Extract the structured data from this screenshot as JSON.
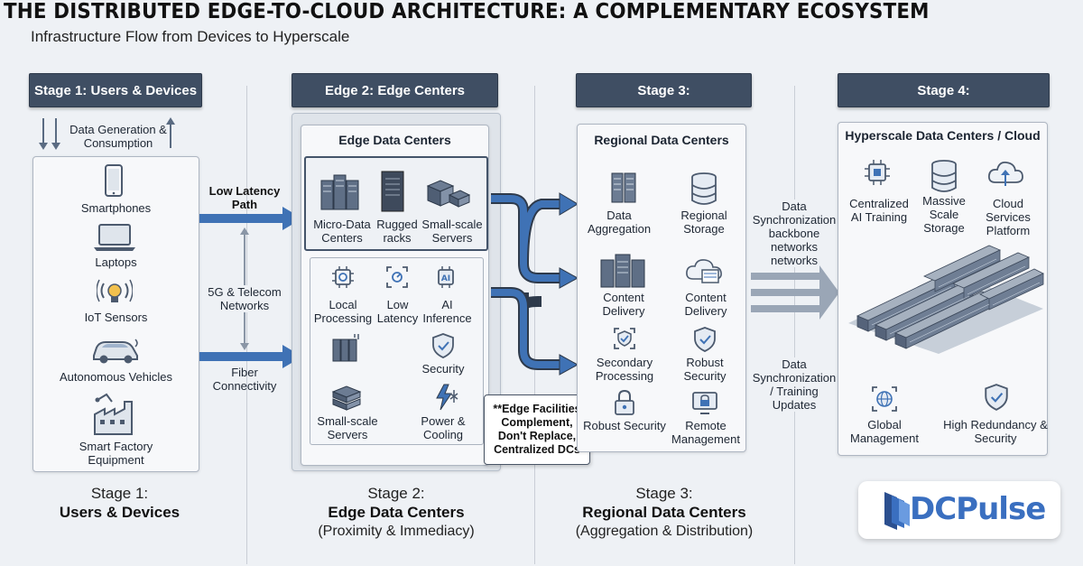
{
  "header": {
    "title": "THE DISTRIBUTED EDGE-TO-CLOUD ARCHITECTURE: A COMPLEMENTARY ECOSYSTEM",
    "subtitle": "Infrastructure Flow from Devices to Hyperscale"
  },
  "stages": {
    "s1": {
      "header": "Stage 1: Users & Devices",
      "flow_note": "Data Generation & Consumption",
      "devices": [
        "Smartphones",
        "Laptops",
        "IoT Sensors",
        "Autonomous Vehicles",
        "Smart Factory Equipment"
      ]
    },
    "s2": {
      "header": "Edge 2: Edge Centers",
      "panel_title": "Edge Data Centers",
      "top": [
        "Micro-Data Centers",
        "Rugged racks",
        "Small-scale Servers"
      ],
      "bottom": [
        "Local Processing",
        "Low Latency",
        "AI Inference",
        "Security",
        "Small-scale Servers",
        "Power & Cooling"
      ]
    },
    "s3": {
      "header": "Stage 3:",
      "panel_title": "Regional Data Centers",
      "items": [
        "Data Aggregation",
        "Regional Storage",
        "Content Delivery",
        "Content Delivery",
        "Secondary Processing",
        "Robust Security",
        "Robust Security",
        "Remote Management"
      ]
    },
    "s4": {
      "header": "Stage 4:",
      "panel_title": "Hyperscale Data Centers / Cloud",
      "top": [
        "Centralized AI Training",
        "Massive Scale Storage",
        "Cloud Services Platform"
      ],
      "bottom": [
        "Global Management",
        "High Redundancy & Security"
      ]
    }
  },
  "connectors": {
    "low_latency": "Low Latency Path",
    "telecom": "5G & Telecom Networks",
    "fiber": "Fiber Connectivity",
    "sync1": "Data Synchronization backbone networks networks",
    "sync2": "Data Synchronization / Training Updates"
  },
  "callout": "**Edge Facilities Complement, Don't Replace, Centralized DCs",
  "footer": {
    "s1_line1": "Stage 1:",
    "s1_line2": "Users & Devices",
    "s2_line1": "Stage 2:",
    "s2_line2": "Edge Data Centers",
    "s2_line3": "(Proximity & Immediacy)",
    "s3_line1": "Stage 3:",
    "s3_line2": "Regional Data Centers",
    "s3_line3": "(Aggregation & Distribution)"
  },
  "logo": {
    "text": "DCPulse"
  },
  "colors": {
    "header_bg": "#3f4e63",
    "arrow_blue": "#3f72b5",
    "arrow_gray": "#9aa6b6",
    "logo_blue": "#3a6fc0"
  }
}
